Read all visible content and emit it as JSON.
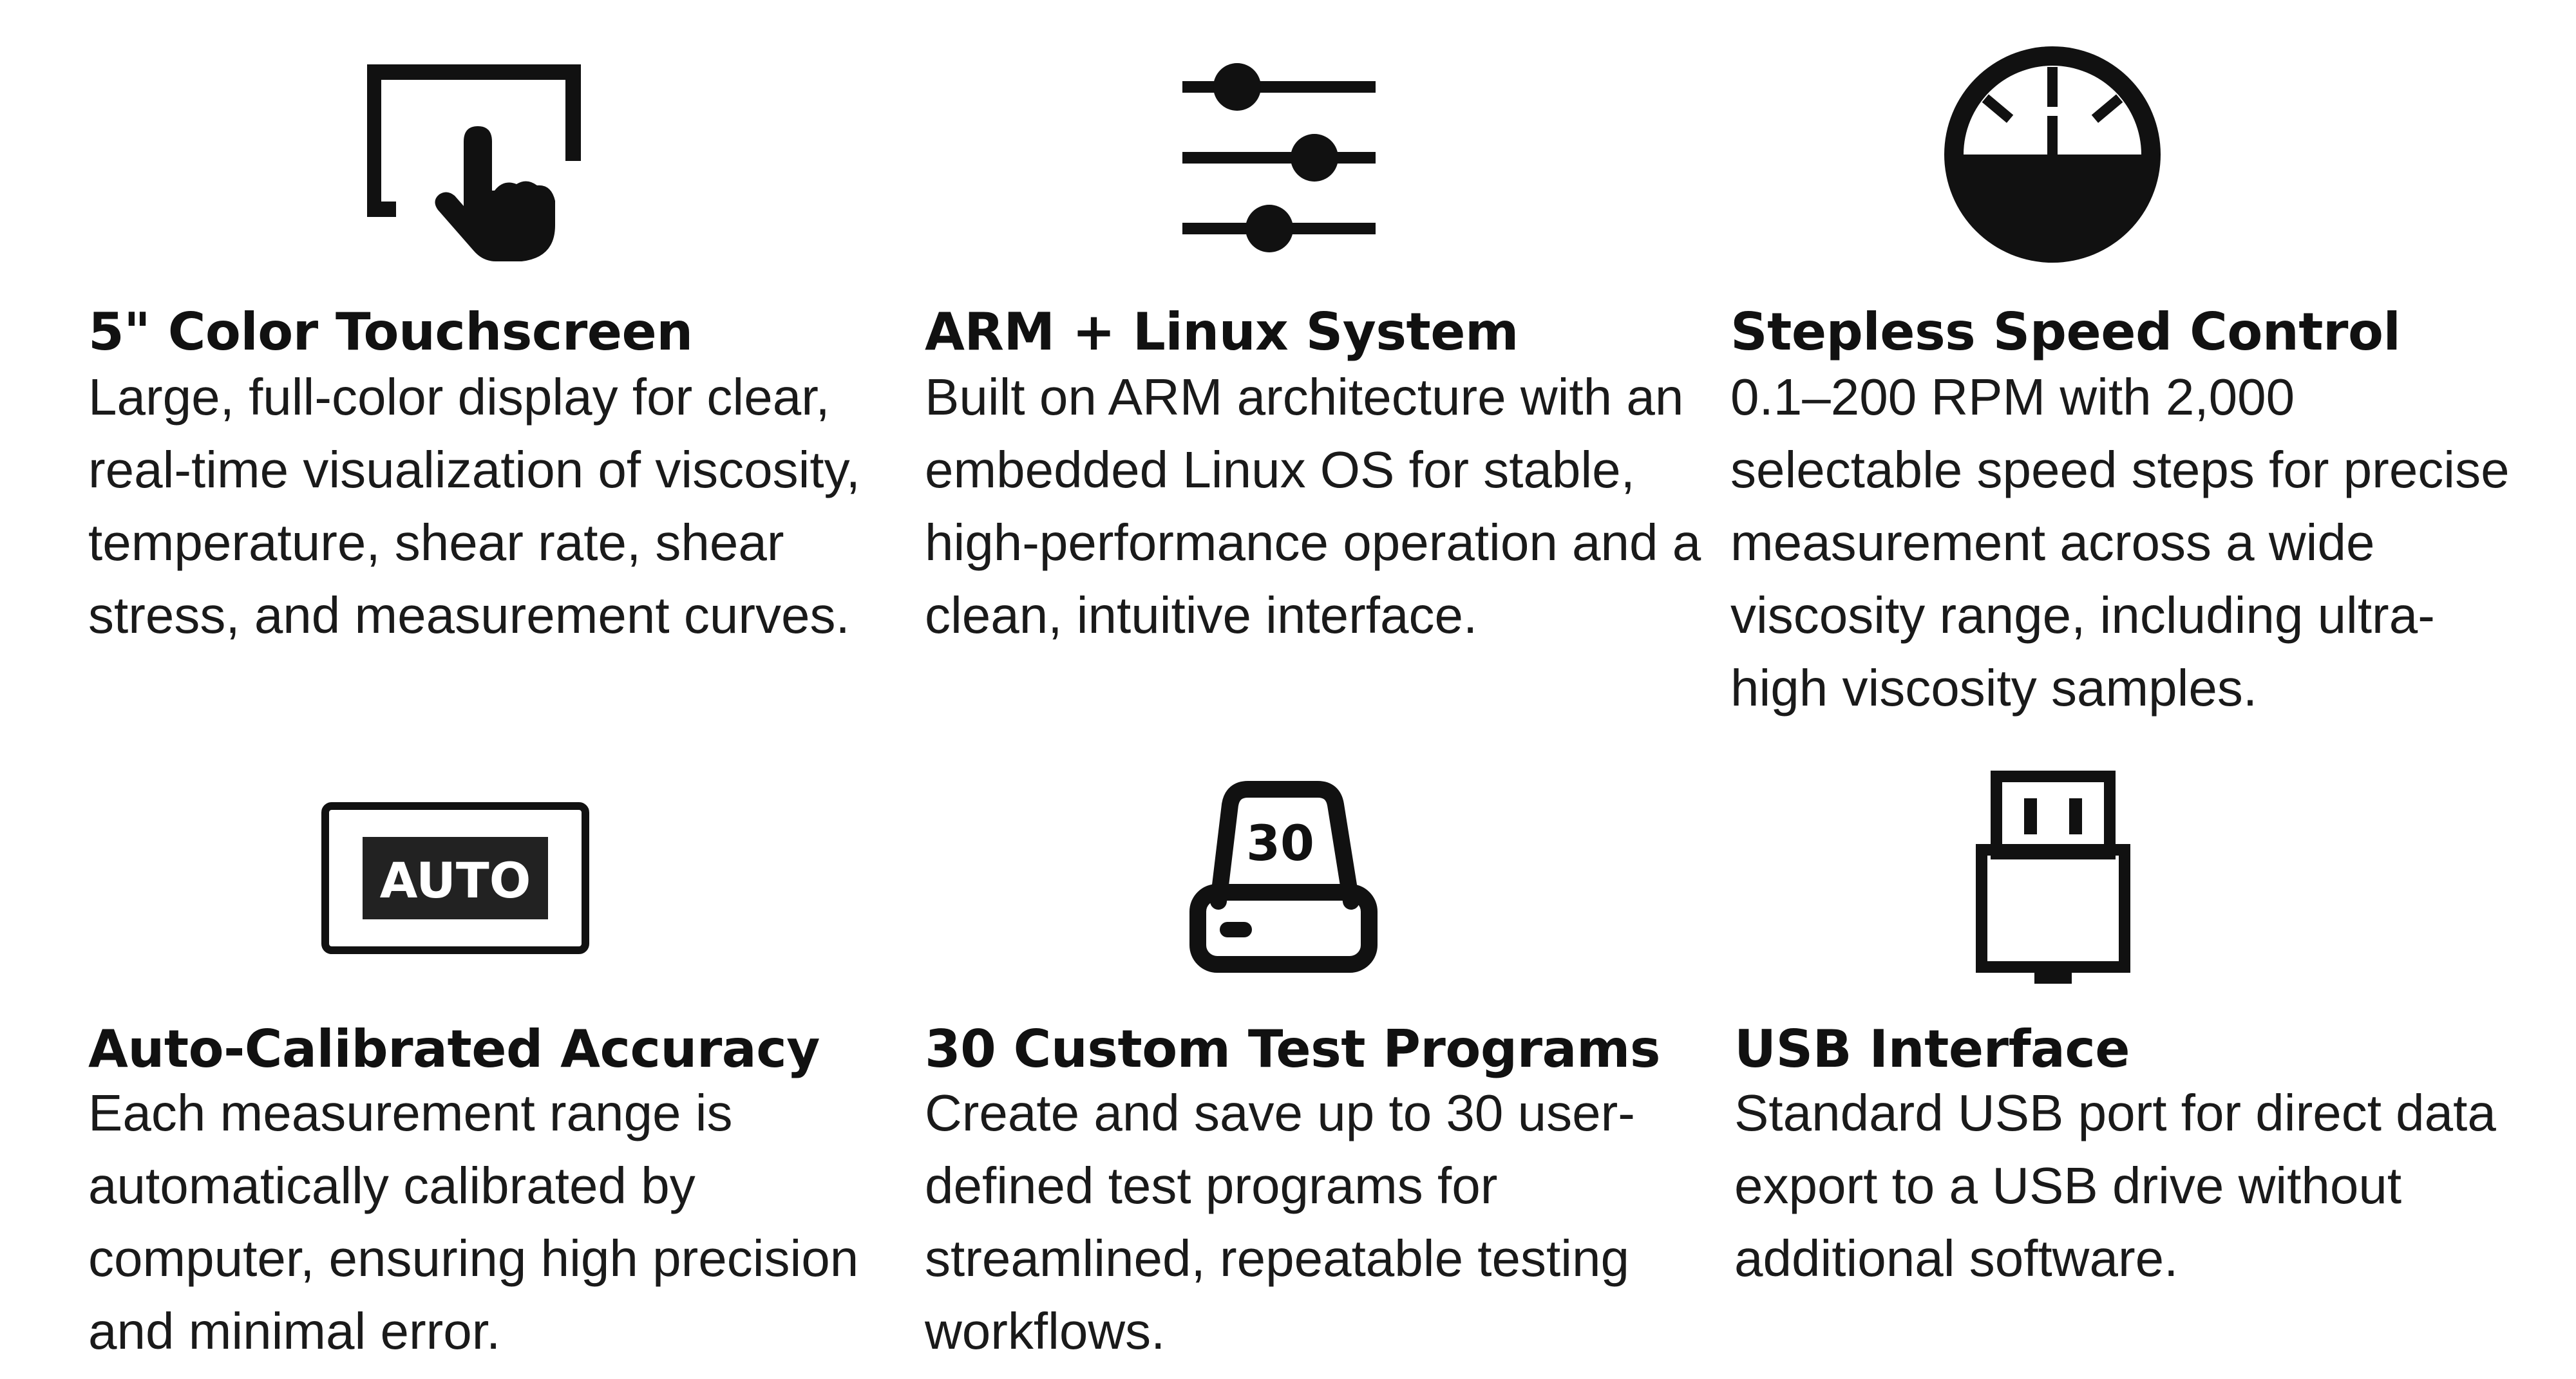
{
  "features": [
    {
      "id": "touchscreen",
      "icon": "touchscreen-tap-icon",
      "title": "5\" Color Touchscreen",
      "description": "Large, full-color display for clear, real-time visualization of viscosity, temperature, shear rate, shear stress, and measurement curves."
    },
    {
      "id": "arm-linux",
      "icon": "sliders-icon",
      "title": "ARM + Linux System",
      "description": "Built on ARM architecture with an embedded Linux OS for stable, high-performance operation and a clean, intuitive interface."
    },
    {
      "id": "speed-control",
      "icon": "speedometer-gauge-icon",
      "title": "Stepless Speed Control",
      "description": "0.1–200 RPM with 2,000 selectable speed steps for precise measurement across a wide viscosity range, including ultra-high viscosity samples."
    },
    {
      "id": "auto-calibration",
      "icon": "auto-badge-icon",
      "icon_text": "AUTO",
      "title": "Auto-Calibrated Accuracy",
      "description": "Each measurement range is automatically calibrated by computer, ensuring high precision and minimal error."
    },
    {
      "id": "test-programs",
      "icon": "program-storage-icon",
      "icon_text": "30",
      "title": "30 Custom Test Programs",
      "description": "Create and save up to 30 user-defined test programs for streamlined, repeatable testing workflows."
    },
    {
      "id": "usb",
      "icon": "usb-plug-icon",
      "title": "USB Interface",
      "description": "Standard USB port for direct data export to a USB drive without additional software."
    }
  ],
  "colors": {
    "icon": "#111111",
    "text": "#1a1a1a",
    "background": "#ffffff"
  }
}
